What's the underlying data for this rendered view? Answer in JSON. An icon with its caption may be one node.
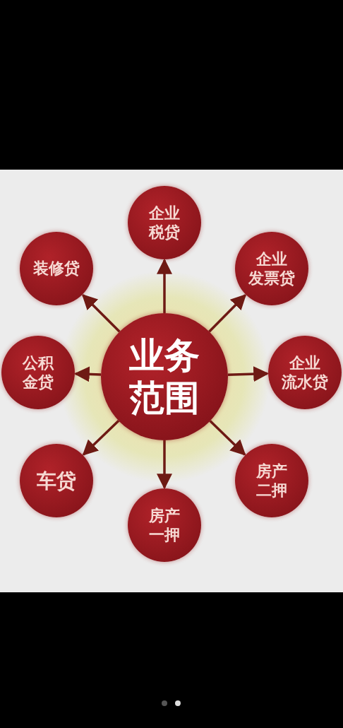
{
  "diagram": {
    "nodes": [
      {
        "text": [
          "业务范围"
        ]
      },
      {
        "text": [
          "企业税贷"
        ]
      },
      {
        "text": [
          "企业发票贷"
        ]
      },
      {
        "text": [
          "企业流水贷"
        ]
      },
      {
        "text": [
          "房产二押"
        ]
      },
      {
        "text": [
          "房产一押"
        ]
      },
      {
        "text": [
          "车贷"
        ]
      },
      {
        "text": [
          "公积金贷"
        ]
      },
      {
        "text": [
          "装修贷"
        ]
      }
    ],
    "edges": [
      {
        "from": 0,
        "to": 1,
        "arrow": "to"
      },
      {
        "from": 0,
        "to": 2,
        "arrow": "to"
      },
      {
        "from": 0,
        "to": 3,
        "arrow": "to"
      },
      {
        "from": 0,
        "to": 4,
        "arrow": "to"
      },
      {
        "from": 0,
        "to": 5,
        "arrow": "to"
      },
      {
        "from": 0,
        "to": 6,
        "arrow": "to"
      },
      {
        "from": 0,
        "to": 7,
        "arrow": "to"
      },
      {
        "from": 0,
        "to": 8,
        "arrow": "to"
      }
    ]
  }
}
